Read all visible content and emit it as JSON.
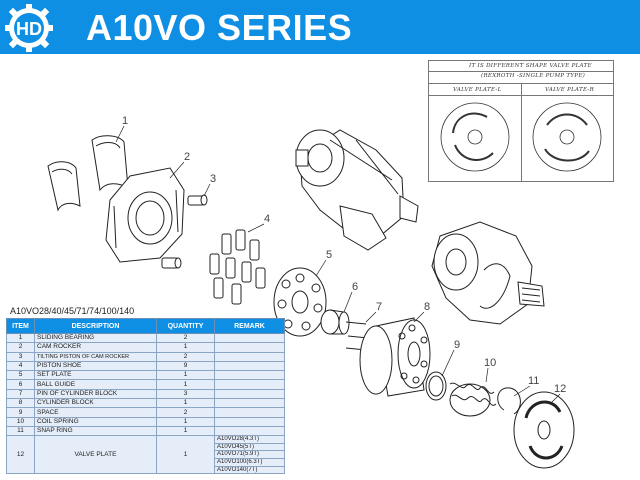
{
  "header": {
    "logo_text": "HD",
    "title": "A10VO SERIES",
    "brand_color": "#0f8fe3"
  },
  "valve_box": {
    "line1": "IT IS DIFFERENT SHAPE VALVE PLATE",
    "line2": "(REXROTH -SINGLE PUMP TYPE)",
    "left_label": "VALVE PLATE-L",
    "right_label": "VALVE PLATE-R"
  },
  "callouts": [
    "1",
    "2",
    "3",
    "4",
    "5",
    "6",
    "7",
    "8",
    "9",
    "10",
    "11",
    "12"
  ],
  "table": {
    "title": "A10VO28/40/45/71/74/100/140",
    "headers": {
      "item": "ITEM",
      "description": "DESCRIPTION",
      "quantity": "QUANTITY",
      "remark": "REMARK"
    },
    "rows": [
      {
        "item": "1",
        "description": "SLIDING BEARING",
        "quantity": "2"
      },
      {
        "item": "2",
        "description": "CAM ROCKER",
        "quantity": "1"
      },
      {
        "item": "3",
        "description": "TILTING PISTON OF CAM ROCKER",
        "quantity": "2"
      },
      {
        "item": "4",
        "description": "PISTON SHOE",
        "quantity": "9"
      },
      {
        "item": "5",
        "description": "SET PLATE",
        "quantity": "1"
      },
      {
        "item": "6",
        "description": "BALL GUIDE",
        "quantity": "1"
      },
      {
        "item": "7",
        "description": "PIN OF CYLINDER BLOCK",
        "quantity": "3"
      },
      {
        "item": "8",
        "description": "CYLINDER BLOCK",
        "quantity": "1"
      },
      {
        "item": "9",
        "description": "SPACE",
        "quantity": "2"
      },
      {
        "item": "10",
        "description": "COIL SPRING",
        "quantity": "1"
      },
      {
        "item": "11",
        "description": "SNAP RING",
        "quantity": "1"
      }
    ],
    "row12": {
      "item": "12",
      "description": "VALVE PLATE",
      "quantity": "1",
      "remarks": [
        "A10VO28(4.3T)",
        "A10VO45(5T)",
        "A10VO71(5.9T)",
        "A10VO100(6.3T)",
        "A10VO140(7T)"
      ]
    }
  }
}
